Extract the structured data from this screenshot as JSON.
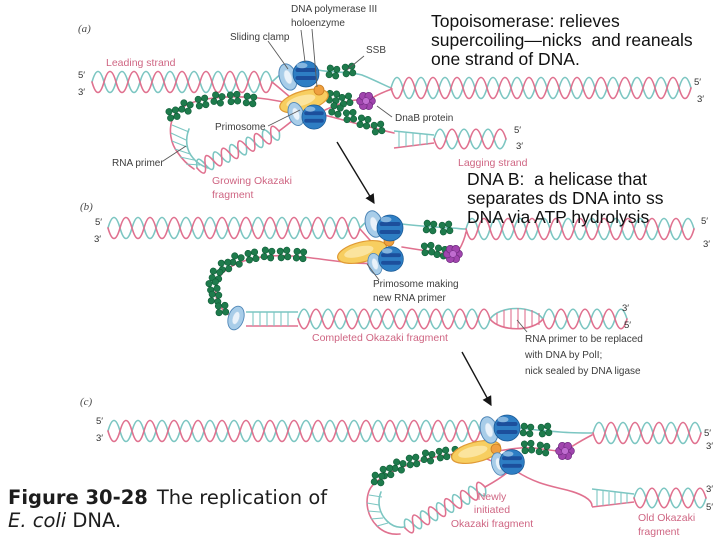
{
  "labels": {
    "panel_a": "(a)",
    "panel_b": "(b)",
    "panel_c": "(c)",
    "leading_strand": "Leading strand",
    "sliding_clamp": "Sliding clamp",
    "dna_pol_1": "DNA polymerase III",
    "dna_pol_2": "holoenzyme",
    "ssb": "SSB",
    "primosome": "Primosome",
    "rna_primer": "RNA primer",
    "growing_okazaki_1": "Growing Okazaki",
    "growing_okazaki_2": "fragment",
    "dnab_protein": "DnaB protein",
    "lagging_strand": "Lagging strand",
    "primosome_making_1": "Primosome making",
    "primosome_making_2": "new RNA primer",
    "completed_okazaki": "Completed Okazaki fragment",
    "rna_replaced_1": "RNA primer to be replaced",
    "rna_replaced_2": "with DNA by PolI;",
    "rna_replaced_3": "nick sealed by DNA ligase",
    "newly_1": "Newly",
    "newly_2": "initiated",
    "newly_3": "Okazaki fragment",
    "old_okazaki_1": "Old Okazaki",
    "old_okazaki_2": "fragment",
    "five_prime": "5′",
    "three_prime": "3′"
  },
  "annotations": {
    "topoisomerase": "Topoisomerase: relieves\nsupercoiling—nicks  and reaneals\none strand of DNA.",
    "dna_b": "DNA B:  a helicase that\nseparates ds DNA into ss\nDNA via ATP hydrolysis"
  },
  "caption": {
    "figure_label": "Figure 30-28",
    "line1_rest": "The replication of",
    "line2_italic": "E. coli",
    "line2_rest": "DNA."
  },
  "colors": {
    "strand_pink": "#e0718f",
    "strand_teal": "#7cc6c2",
    "ssb_green": "#1e7b4c",
    "pol_blue": "#2e7ec4",
    "pol_stripe": "#1c4f9c",
    "clamp_blue": "#a8cde9",
    "primosome_yellow": "#f7ce60",
    "primosome_edge": "#e09a35",
    "dnab_purple": "#a145ae",
    "orange": "#efa040",
    "pink_label": "#cf6683",
    "text_dark": "#3d3d3d"
  }
}
